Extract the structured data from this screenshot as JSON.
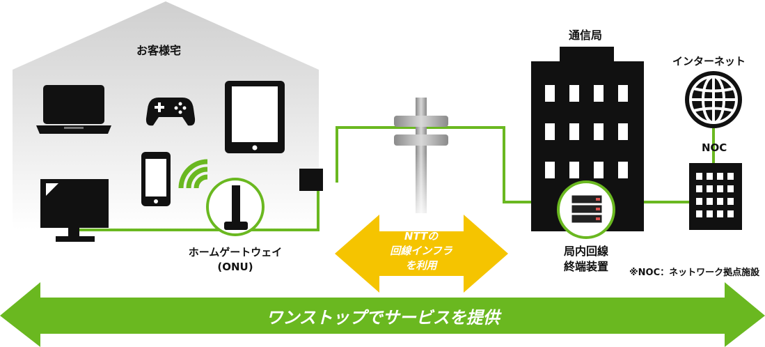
{
  "labels": {
    "home": "お客様宅",
    "onu_line1": "ホームゲートウェイ",
    "onu_line2": "(ONU)",
    "ntt_line1": "NTTの",
    "ntt_line2": "回線インフラ",
    "ntt_line3": "を利用",
    "office": "通信局",
    "terminal_line1": "局内回線",
    "terminal_line2": "終端装置",
    "internet": "インターネット",
    "noc": "NOC",
    "noc_note": "※NOC：ネットワーク拠点施設",
    "banner": "ワンストップでサービスを提供"
  },
  "colors": {
    "line_green": "#6ab820",
    "arrow_green": "#6ab820",
    "ntt_yellow": "#f5c400",
    "house_gray": "#d0d0d0",
    "building_black": "#111111"
  },
  "icons": [
    "laptop-icon",
    "gamepad-icon",
    "tablet-icon",
    "smartphone-icon",
    "wifi-icon",
    "monitor-icon",
    "router-icon",
    "utility-pole-icon",
    "building-icon",
    "server-icon",
    "globe-icon",
    "noc-building-icon"
  ]
}
